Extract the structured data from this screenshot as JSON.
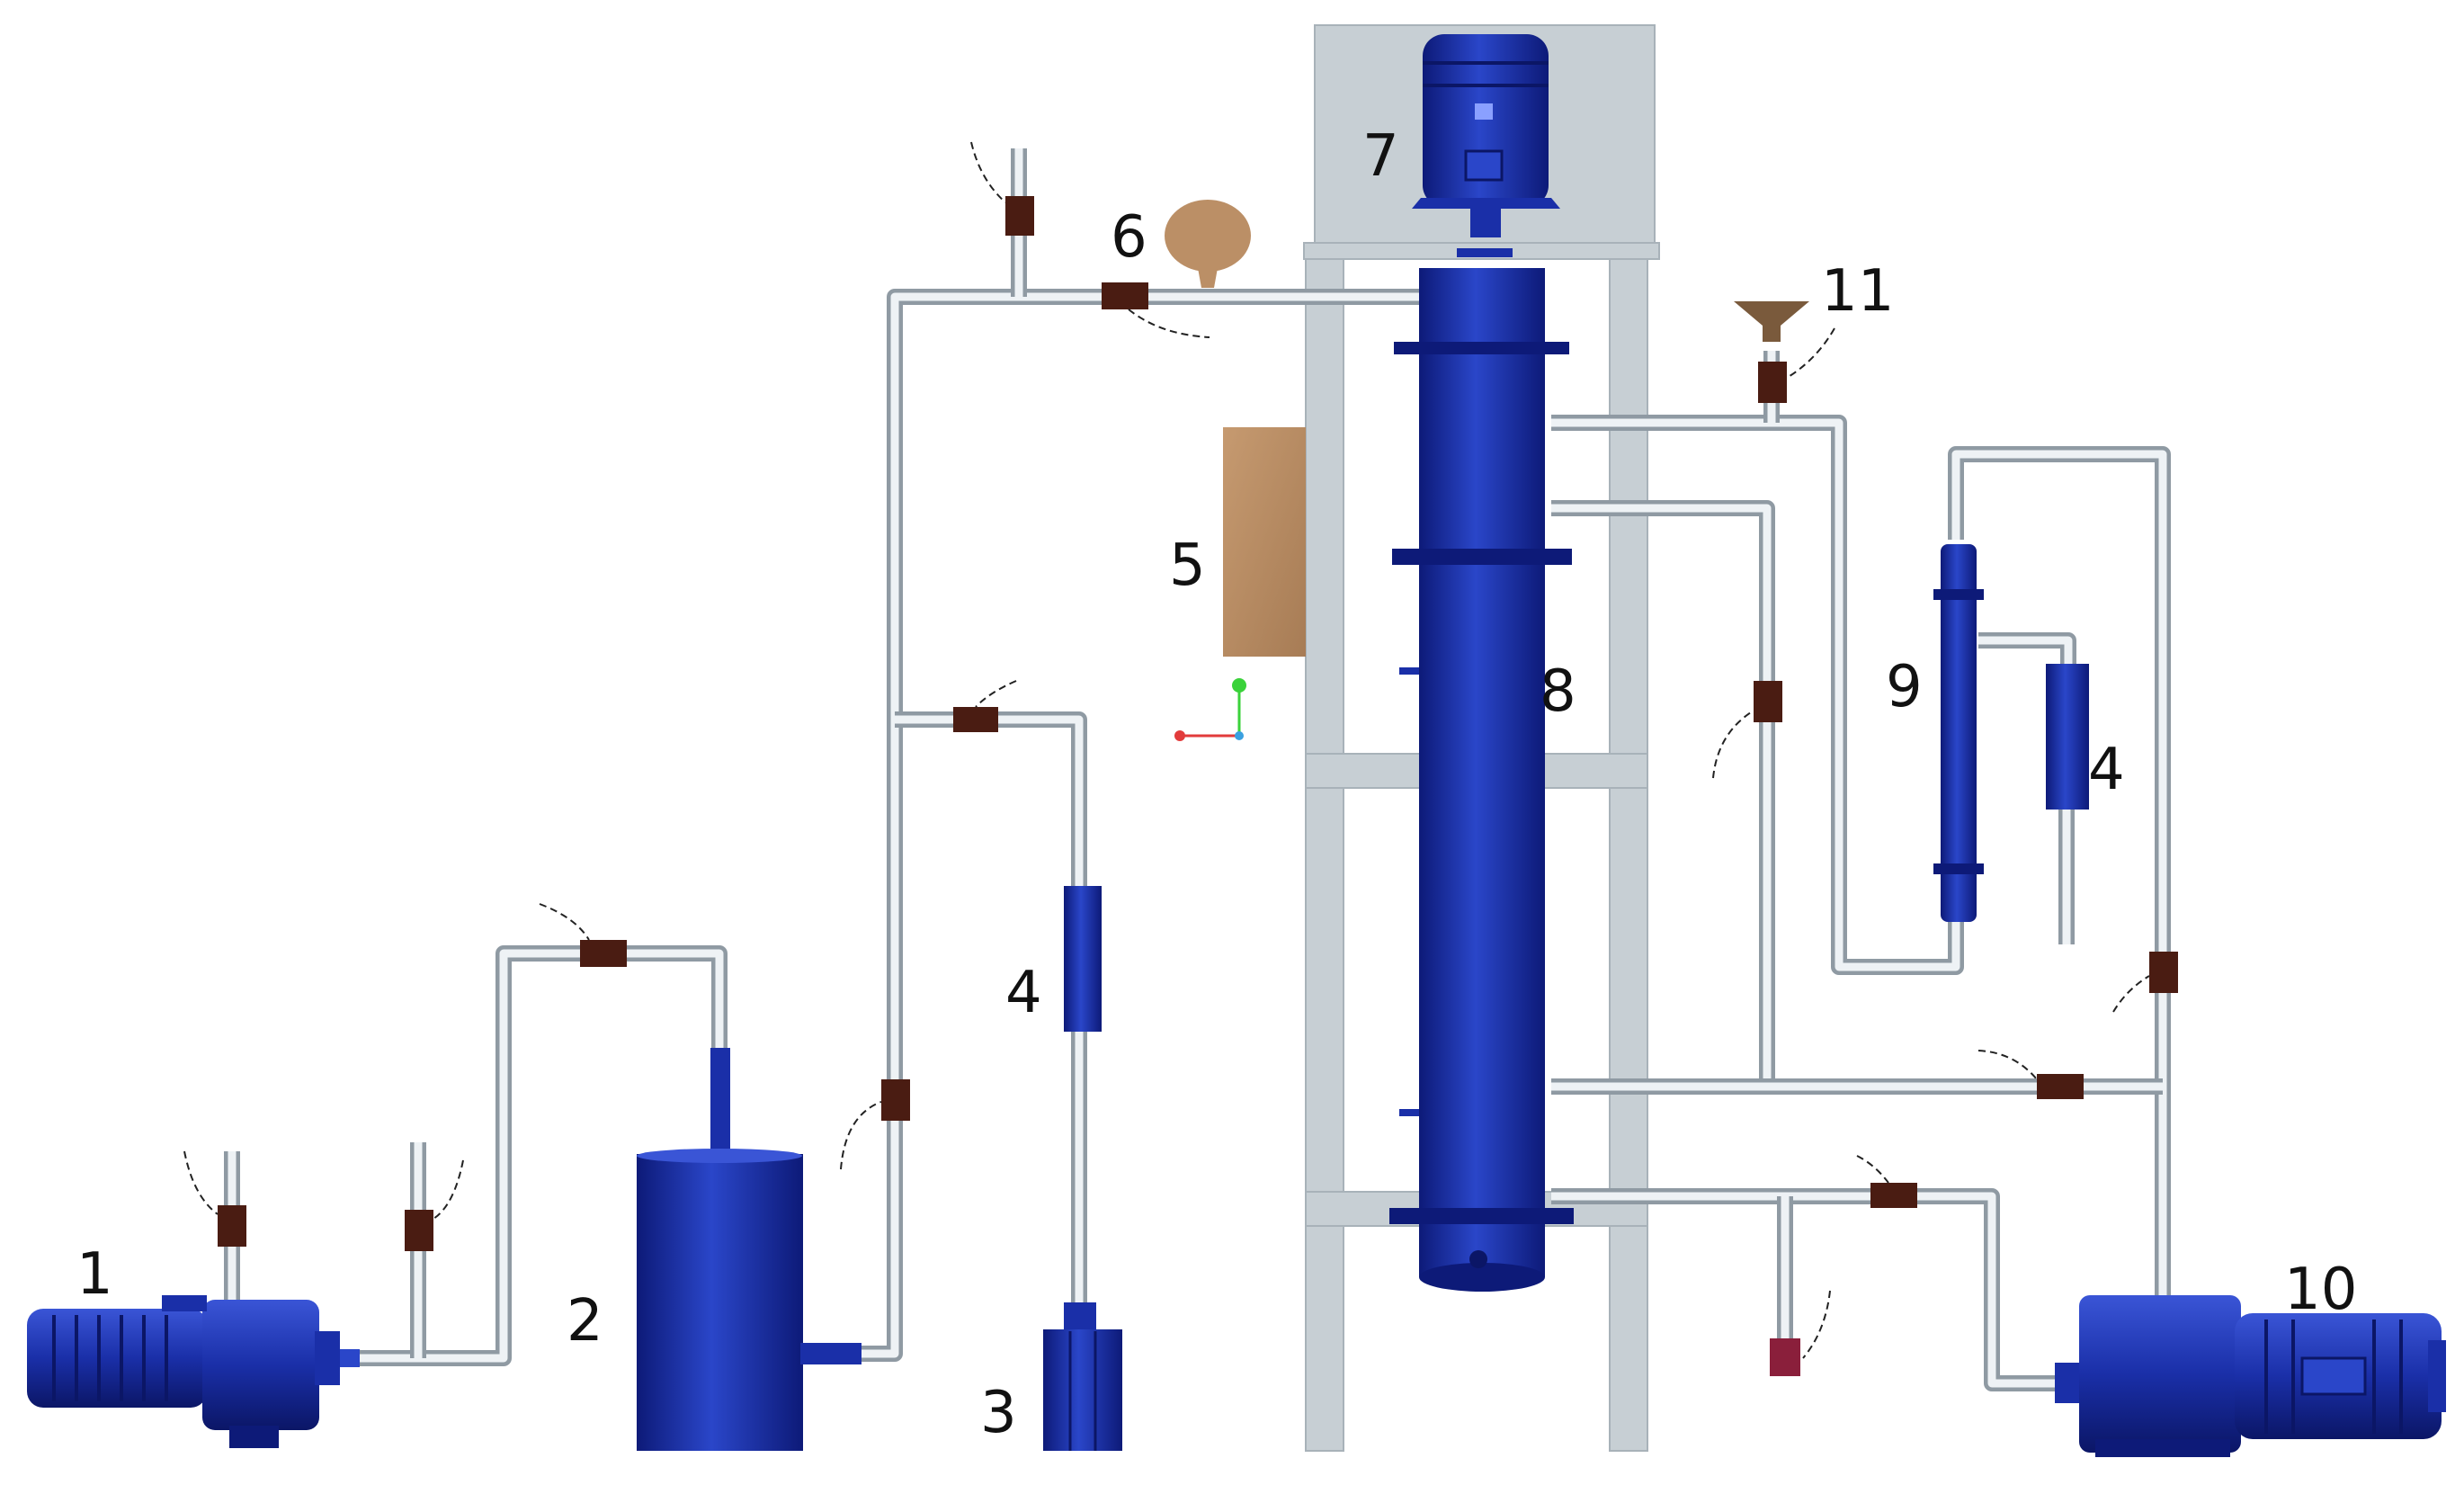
{
  "labels": {
    "motor_left": "1",
    "tank": "2",
    "bottom_container": "3",
    "flowmeter_left": "4",
    "flowmeter_right": "4",
    "brown_box": "5",
    "balloon": "6",
    "top_motor": "7",
    "column": "8",
    "heat_exchanger": "9",
    "motor_right": "10",
    "funnel": "11"
  },
  "colors": {
    "equipment_blue": "#1a2fa8",
    "equipment_dark": "#0c1a6e",
    "pipe": "#c9d1d7",
    "frame": "#c7cfd4",
    "valve": "#4a1c12",
    "tan": "#bb8f66",
    "crimson": "#8a1f3b"
  },
  "icons": [
    "motor-icon",
    "tank-icon",
    "valve-icon",
    "flowmeter-icon",
    "funnel-icon",
    "balloon-icon",
    "axis-gizmo-icon"
  ]
}
